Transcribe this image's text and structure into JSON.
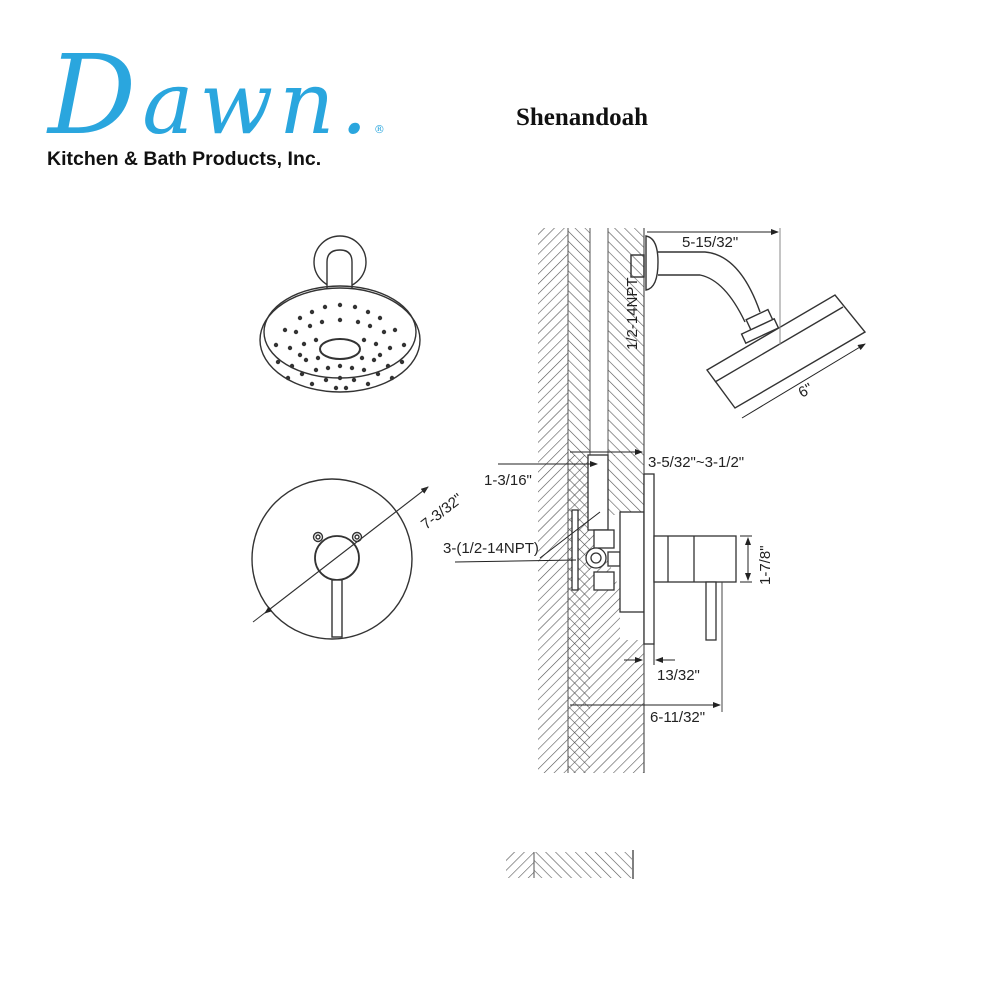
{
  "header": {
    "brand_script_first": "D",
    "brand_script_rest": "awn",
    "brand_registered": "®",
    "brand_dot": ".",
    "company": "Kitchen & Bath Products, Inc.",
    "product_name": "Shenandoah"
  },
  "colors": {
    "brand_blue": "#2aa6de",
    "line": "#333333",
    "hatch": "#555555"
  },
  "drawing": {
    "views": [
      "showerhead-front-view",
      "valve-trim-front-view",
      "side-section-view",
      "wall-hatch-legend"
    ],
    "dimensions": {
      "shower_arm_reach": "5-15/32\"",
      "arm_thread": "1/2-14NPT",
      "showerhead_diameter": "6\"",
      "trim_plate_diameter": "7-3/32\"",
      "valve_depth_range": "3-5/32\"~3-1/2\"",
      "valve_offset": "1-3/16\"",
      "valve_ports": "3-(1/2-14NPT)",
      "handle_diameter": "1-7/8\"",
      "plate_thickness": "13/32\"",
      "total_projection": "6-11/32\""
    }
  }
}
